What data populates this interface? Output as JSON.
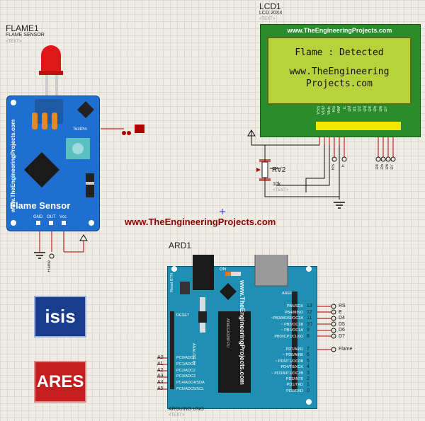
{
  "flame": {
    "ref": "FLAME1",
    "part": "FLAME SENSOR",
    "text_ph": "<TEXT>",
    "board_label": "Flame Sensor",
    "board_url": "www.TheEngineeringProjects.com",
    "pins": [
      "GND",
      "OUT",
      "Vcc"
    ],
    "testpin": "TestPin",
    "net_out": "Flame"
  },
  "lcd": {
    "ref": "LCD1",
    "part": "LCD 20X4",
    "text_ph": "<TEXT>",
    "board_url": "www.TheEngineeringProjects.com",
    "line1": "Flame : Detected",
    "line2": "www.TheEngineering",
    "line3": "Projects.com",
    "pins": [
      "VSS",
      "VDD",
      "VEE",
      "RS",
      "RW",
      "E",
      "D0",
      "D1",
      "D2",
      "D3",
      "D4",
      "D5",
      "D6",
      "D7"
    ],
    "nets": [
      "RS",
      "E",
      "D4",
      "D5",
      "D6",
      "D7"
    ]
  },
  "pot": {
    "ref": "RV2",
    "value": "10k",
    "text_ph": "<TEXT>"
  },
  "main_url": "www.TheEngineeringProjects.com",
  "arduino": {
    "ref": "ARD1",
    "part": "ARDUINO UNO",
    "text_ph": "<TEXT>",
    "board_url": "www.TheEngineeringProjects.com",
    "on_label": "ON",
    "reset_btn": "Reset BTN",
    "reset": "RESET",
    "aref": "AREF",
    "analog_in": "ANALOG IN",
    "chip": "ATMEGA328P-PU",
    "analog_pins": [
      {
        "name": "A0",
        "label": "PC0/ADC0"
      },
      {
        "name": "A1",
        "label": "PC1/ADC1"
      },
      {
        "name": "A2",
        "label": "PC2/ADC2"
      },
      {
        "name": "A3",
        "label": "PC3/ADC3"
      },
      {
        "name": "A4",
        "label": "PC4/ADC4/SDA"
      },
      {
        "name": "A5",
        "label": "PC5/ADC5/SCL"
      }
    ],
    "digital_hi": [
      {
        "num": "13",
        "label": "PB5/SCK",
        "net": "RS"
      },
      {
        "num": "12",
        "label": "PB4/MISO",
        "net": "E"
      },
      {
        "num": "11",
        "label": "~PB3/MOSI/OC2A",
        "net": "D4"
      },
      {
        "num": "10",
        "label": "~ PB2/OC1B",
        "net": "D5"
      },
      {
        "num": "9",
        "label": "~ PB1/OC1A",
        "net": "D6"
      },
      {
        "num": "8",
        "label": "PB0/ICP1/CLKO",
        "net": "D7"
      }
    ],
    "digital_lo": [
      {
        "num": "7",
        "label": "PD7/AIN1",
        "net": "Flame"
      },
      {
        "num": "6",
        "label": "~ PD6/AIN0",
        "net": ""
      },
      {
        "num": "5",
        "label": "~ PD5/T1/OC0B",
        "net": ""
      },
      {
        "num": "4",
        "label": "PD4/T0/XCK",
        "net": ""
      },
      {
        "num": "3",
        "label": "~ PD3/INT1/OC2B",
        "net": ""
      },
      {
        "num": "2",
        "label": "PD2/INT0",
        "net": ""
      },
      {
        "num": "1",
        "label": "PD1/TXD",
        "net": ""
      },
      {
        "num": "0",
        "label": "PD0/RXD",
        "net": ""
      }
    ]
  },
  "logos": {
    "isis": "isis",
    "ares": "ARES"
  },
  "colors": {
    "arduino": "#1f8fb3",
    "sensor": "#1e6fd0",
    "lcd_board": "#2a8c2a",
    "lcd_screen": "#b7d23a",
    "url": "#8b0000"
  }
}
